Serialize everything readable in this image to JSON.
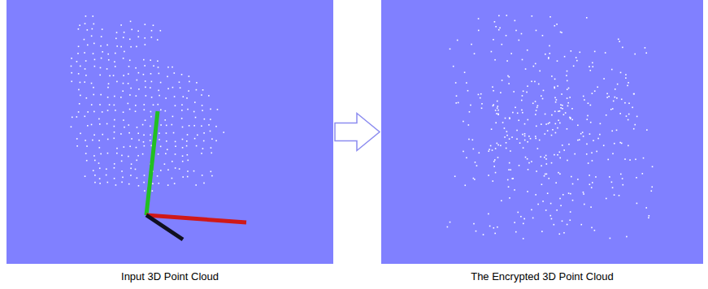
{
  "diagram": {
    "nodes": [
      {
        "text": [
          "Input 3D Point Cloud"
        ]
      },
      {
        "text": [
          "The Encrypted 3D Point Cloud"
        ]
      }
    ],
    "edges": [
      {
        "from": 0,
        "to": 1,
        "arrow": "to"
      }
    ]
  }
}
